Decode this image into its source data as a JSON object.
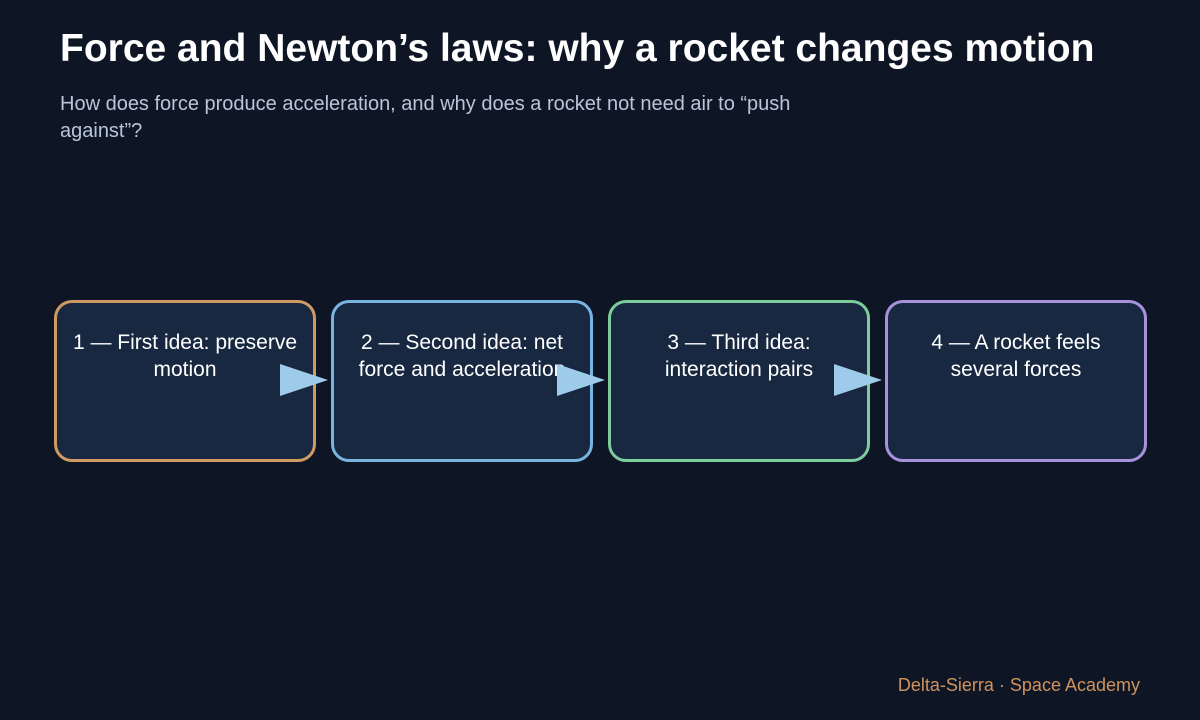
{
  "title": "Force and Newton’s laws: why a rocket changes motion",
  "subtitle": "How does force produce acceleration, and why does a rocket not need air to “push against”?",
  "steps": [
    {
      "label": "1 — First idea: preserve motion",
      "border_color": "#d09a63"
    },
    {
      "label": "2 — Second idea: net force and acceleration",
      "border_color": "#78b4e0"
    },
    {
      "label": "3 — Third idea: interaction pairs",
      "border_color": "#7ccc9c"
    },
    {
      "label": "4 — A rocket feels several forces",
      "border_color": "#a792dc"
    }
  ],
  "colors": {
    "background": "#0e1626",
    "box_fill": "#172840",
    "arrow": "#9ecbea",
    "footer": "#d0935c"
  },
  "footer": "Delta-Sierra · Space Academy"
}
